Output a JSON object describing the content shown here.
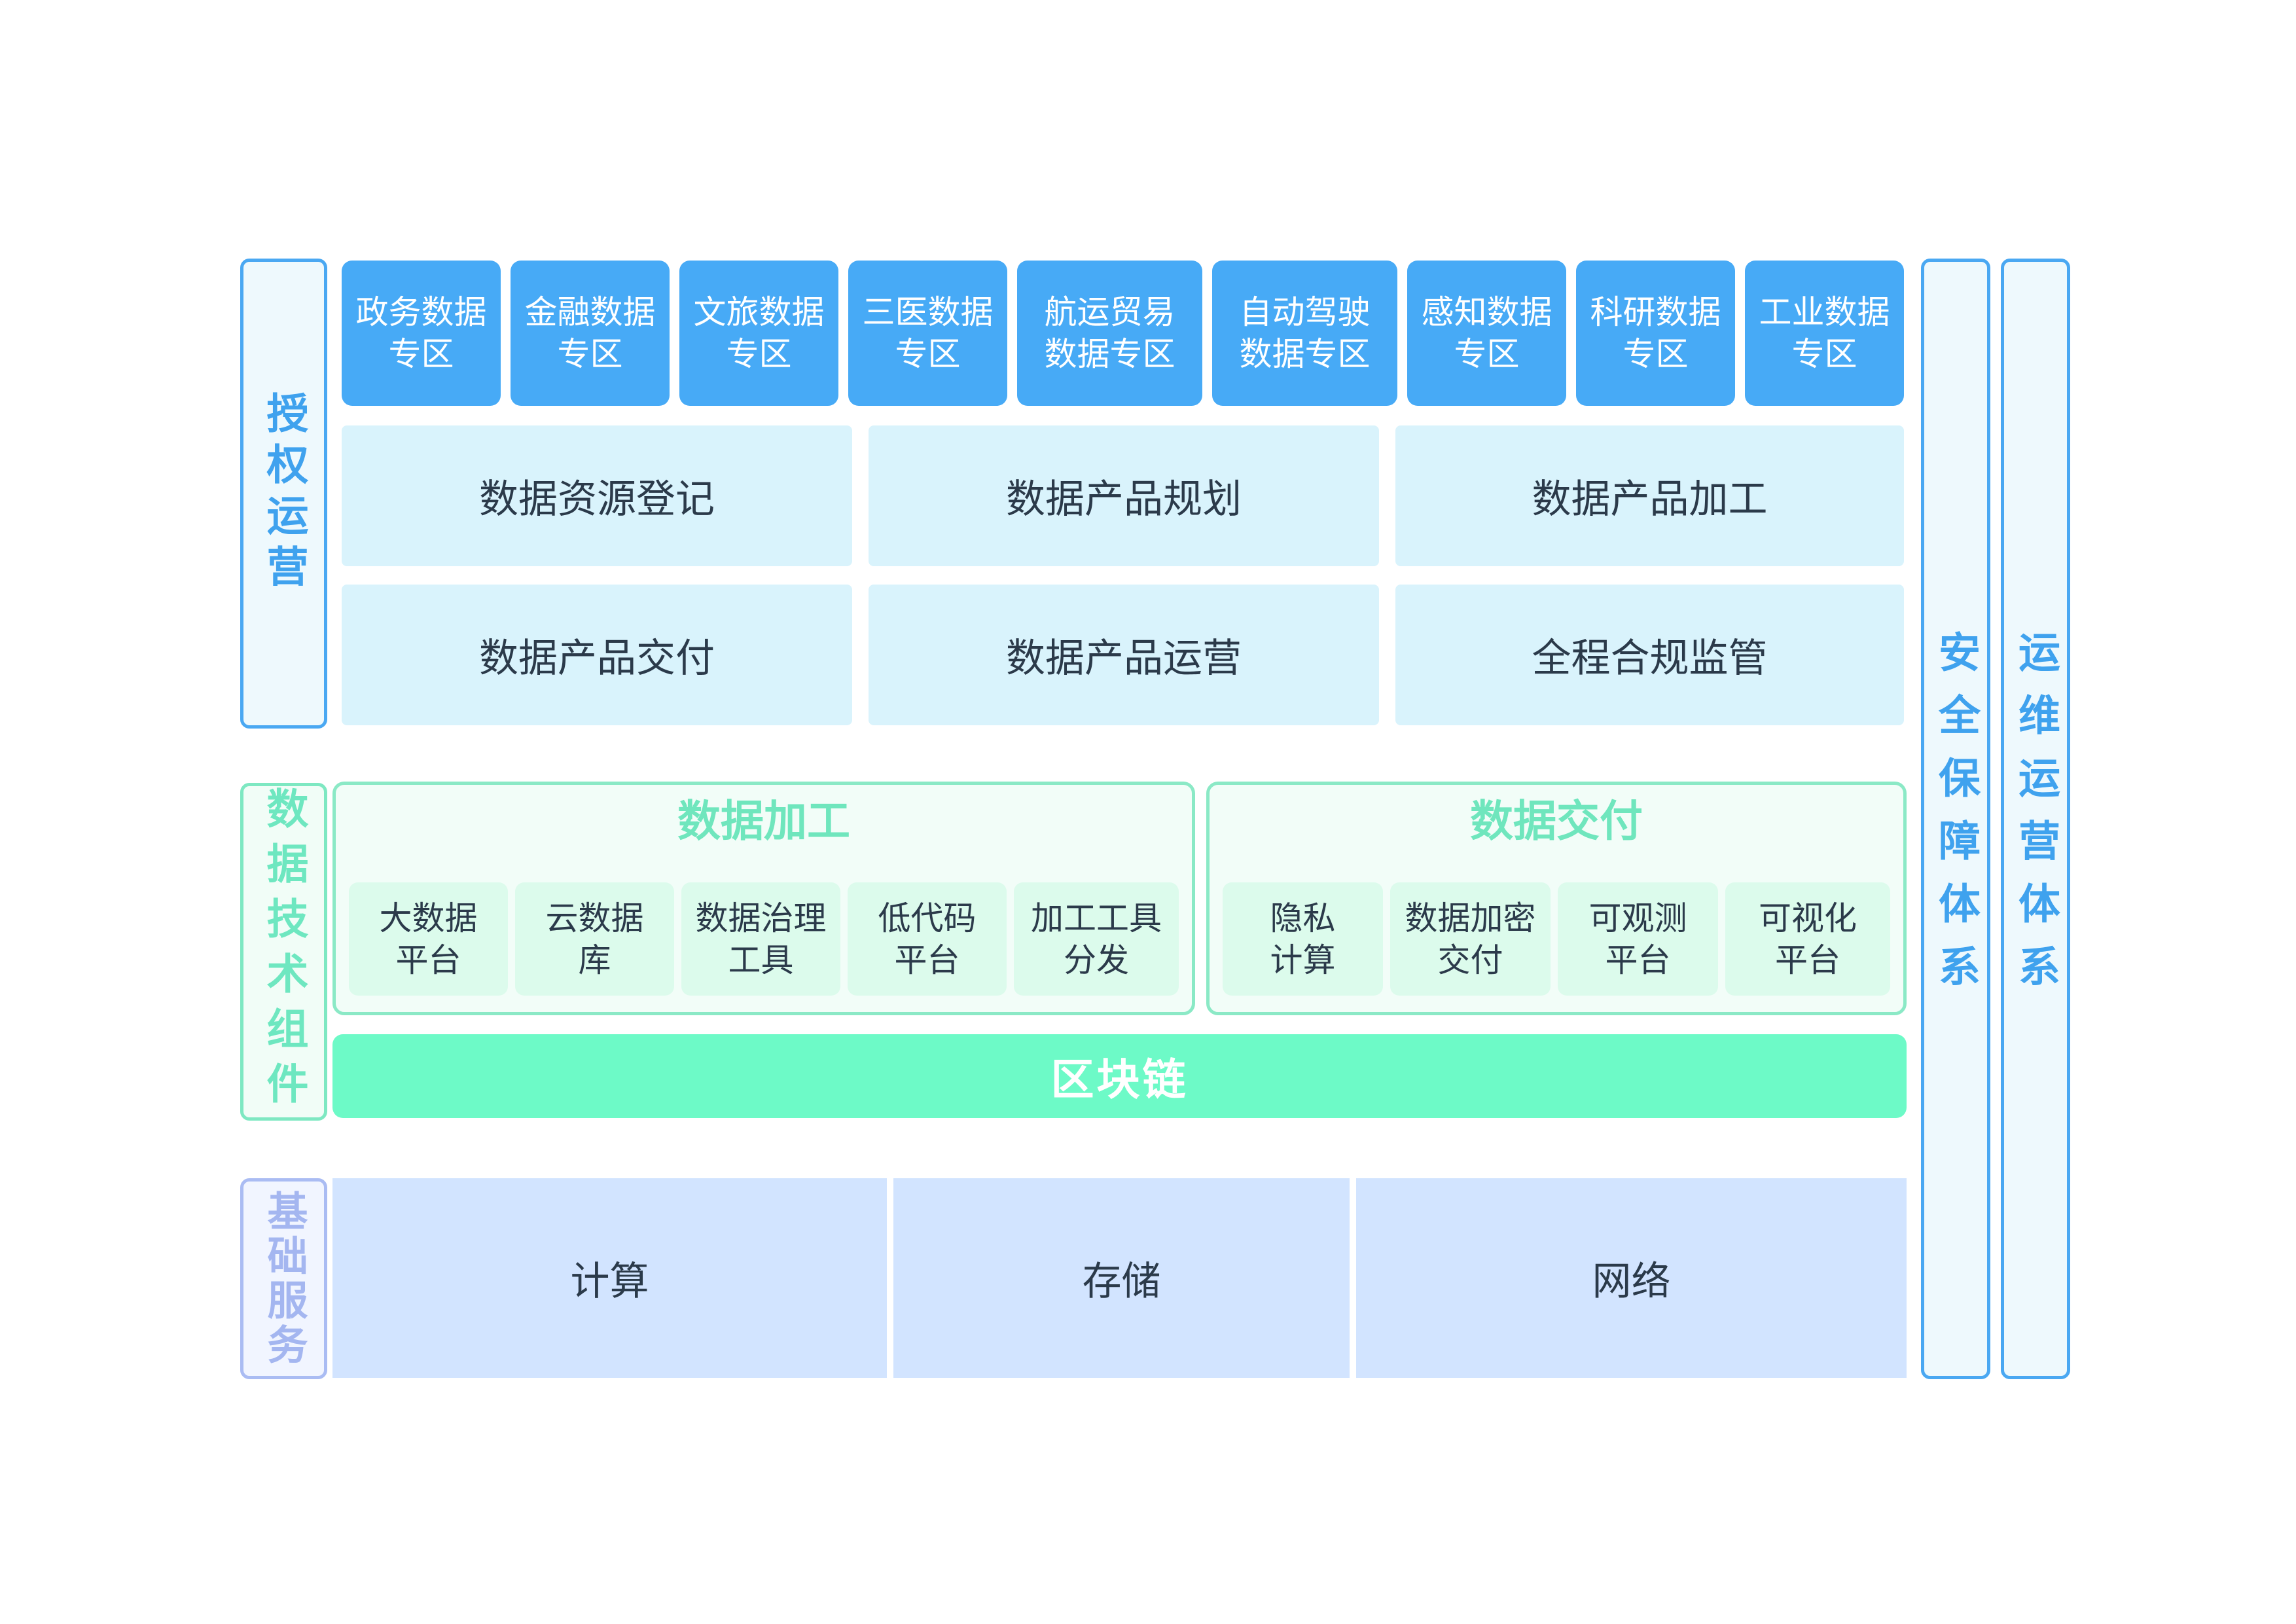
{
  "sides": {
    "auth": "授权运营",
    "tech": "数据技术组件",
    "base": "基础服务",
    "security": "安全保障体系",
    "ops": "运维运营体系"
  },
  "zones": [
    "政务数据\n专区",
    "金融数据\n专区",
    "文旅数据\n专区",
    "三医数据\n专区",
    "航运贸易\n数据专区",
    "自动驾驶\n数据专区",
    "感知数据\n专区",
    "科研数据\n专区",
    "工业数据\n专区"
  ],
  "operations": [
    "数据资源登记",
    "数据产品规划",
    "数据产品加工",
    "数据产品交付",
    "数据产品运营",
    "全程合规监管"
  ],
  "processing": {
    "title": "数据加工",
    "tools": [
      "大数据\n平台",
      "云数据\n库",
      "数据治理\n工具",
      "低代码\n平台",
      "加工工具\n分发"
    ]
  },
  "delivery": {
    "title": "数据交付",
    "tools": [
      "隐私\n计算",
      "数据加密\n交付",
      "可观测\n平台",
      "可视化\n平台"
    ]
  },
  "blockchain": "区块链",
  "base_services": [
    "计算",
    "存储",
    "网络"
  ]
}
